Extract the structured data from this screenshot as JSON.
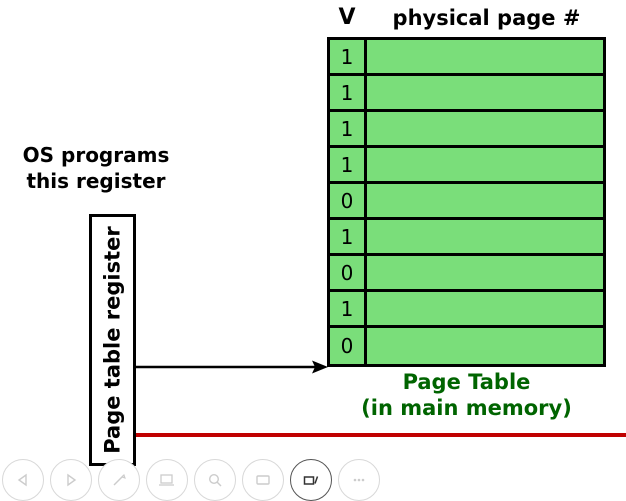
{
  "diagram": {
    "headers": {
      "valid_bit": "V",
      "physical_page": "physical page #"
    },
    "page_table": {
      "caption_line1": "Page Table",
      "caption_line2": "(in main memory)",
      "caption_color": "#006400",
      "cell_color": "#7ade7a",
      "border_color": "#000000",
      "rows": [
        {
          "valid": "1",
          "physical_page": ""
        },
        {
          "valid": "1",
          "physical_page": ""
        },
        {
          "valid": "1",
          "physical_page": ""
        },
        {
          "valid": "1",
          "physical_page": ""
        },
        {
          "valid": "0",
          "physical_page": ""
        },
        {
          "valid": "1",
          "physical_page": ""
        },
        {
          "valid": "0",
          "physical_page": ""
        },
        {
          "valid": "1",
          "physical_page": ""
        },
        {
          "valid": "0",
          "physical_page": ""
        }
      ]
    },
    "os_note": {
      "line1": "OS programs",
      "line2": "this register"
    },
    "register": {
      "label": "Page table register"
    },
    "rule_color": "#c00000"
  },
  "toolbar": {
    "items": [
      {
        "icon": "previous-slide-icon"
      },
      {
        "icon": "play-icon"
      },
      {
        "icon": "pen-icon"
      },
      {
        "icon": "present-icon"
      },
      {
        "icon": "zoom-icon"
      },
      {
        "icon": "fullscreen-icon"
      },
      {
        "icon": "captions-icon"
      },
      {
        "icon": "more-options-icon"
      }
    ]
  }
}
